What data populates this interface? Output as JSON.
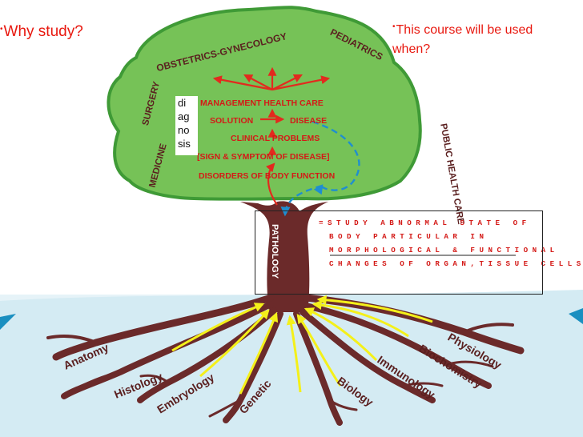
{
  "slide": {
    "bullet_left": "Why study?",
    "bullet_right_line1": "This course will be used",
    "bullet_right_line2": "when?",
    "diagnosis_parts": [
      "di",
      "ag",
      "no",
      "sis"
    ]
  },
  "canopy": {
    "top_label": "OBSTETRICS-GYNECOLOGY",
    "right_label": "PEDIATRICS",
    "public_label": "PUBLIC  HEALTH  CARE",
    "surgery_label": "SURGERY",
    "medicine_label": "MEDICINE",
    "management": "MANAGEMENT HEALTH CARE",
    "solution": "SOLUTION",
    "disease": "DISEASE",
    "clinical": "CLINICAL PROBLEMS",
    "sign": "[SIGN & SYMPTOM OF DISEASE]",
    "disorders": "DISORDERS OF BODY FUNCTION"
  },
  "trunk": {
    "label": "PATHOLOGY"
  },
  "definition": {
    "line1": "= S T U D Y   A B N O R M A L   S T A T E   O F",
    "line2": "B O D Y   P A R T I C U L A R   I N",
    "line3": "M O R P H O L O G I C A L   &   F U N C T I O N A L",
    "line4": "C H A N G E S   O F   O R G A N , T I S S U E   C E L L S ."
  },
  "roots": {
    "anatomy": "Anatomy",
    "histology": "Histology",
    "embryology": "Embryology",
    "genetic": "Genetic",
    "biology": "Biology",
    "immunology": "Immunology",
    "biochomistry": "Biochomistry",
    "physiology": "Physiology"
  },
  "colors": {
    "canopy": "#76c257",
    "canopy_dark": "#3f9a36",
    "trunk": "#6b2a2a",
    "root_label": "#5a1f1f",
    "red_text": "#d41a17",
    "arrow_red": "#e32a1e",
    "arrow_yellow": "#f4f01a",
    "blue_dash": "#1f8ed0",
    "background_band": "#dbeef5"
  }
}
